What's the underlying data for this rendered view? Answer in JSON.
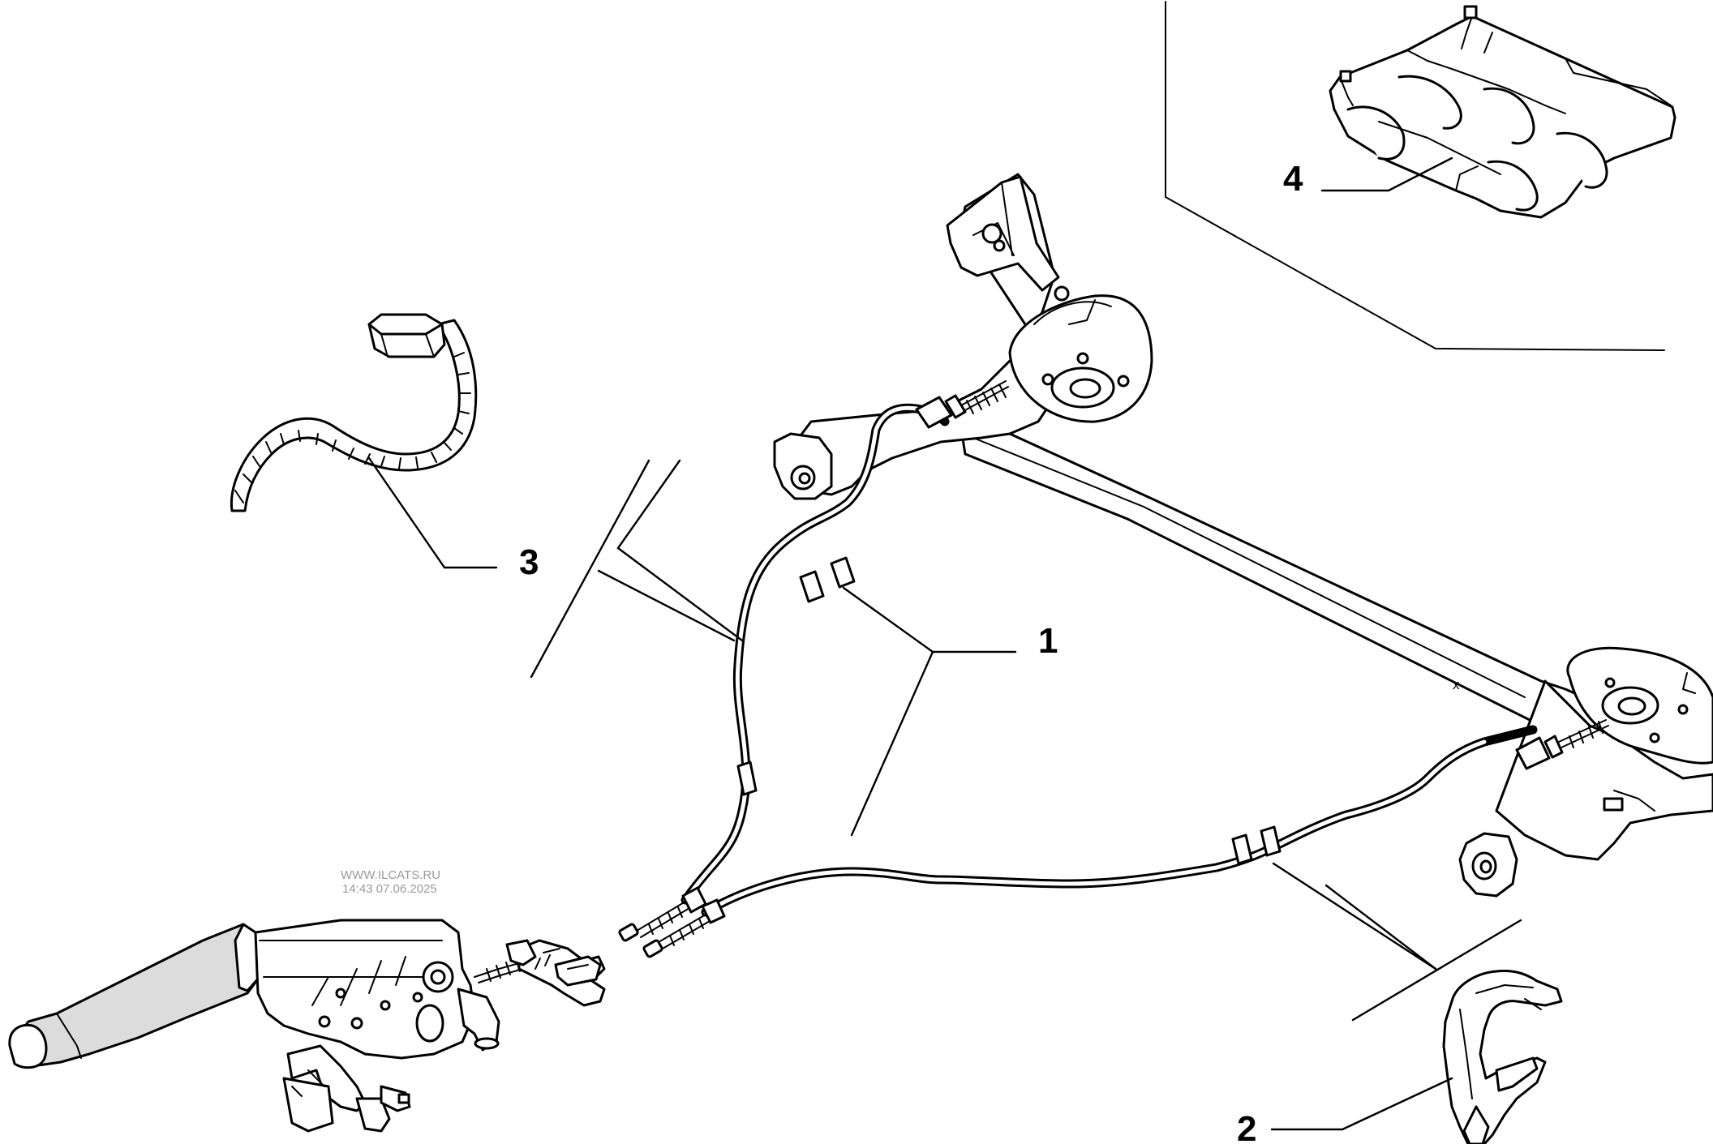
{
  "callouts": {
    "c1": "1",
    "c2": "2",
    "c3": "3",
    "c4": "4"
  },
  "watermark": {
    "site": "WWW.ILCATS.RU",
    "stamp": "14:43 07.06.2025"
  },
  "axle_mark": "x"
}
